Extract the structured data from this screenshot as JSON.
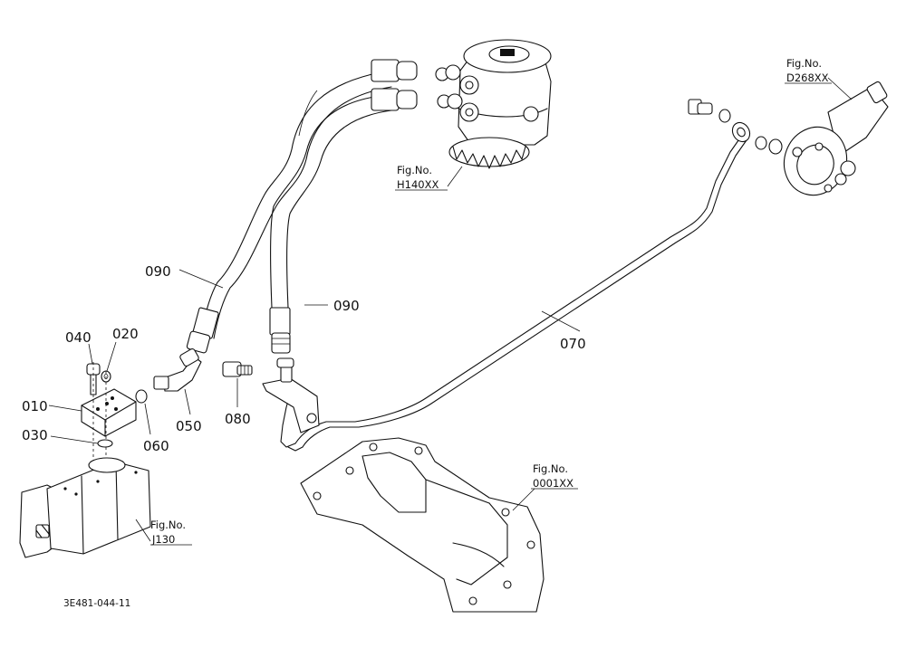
{
  "parts": {
    "p010": "010",
    "p020": "020",
    "p030": "030",
    "p040": "040",
    "p050": "050",
    "p060": "060",
    "p070": "070",
    "p080": "080",
    "p090a": "090",
    "p090b": "090"
  },
  "figure_refs": {
    "h140": {
      "caption": "Fig.No.",
      "number": "H140XX"
    },
    "d268": {
      "caption": "Fig.No.",
      "number": "D268XX"
    },
    "f0001": {
      "caption": "Fig.No.",
      "number": "0001XX"
    },
    "j130": {
      "caption": "Fig.No.",
      "number": "J130"
    }
  },
  "document_id": "3E481-044-11"
}
